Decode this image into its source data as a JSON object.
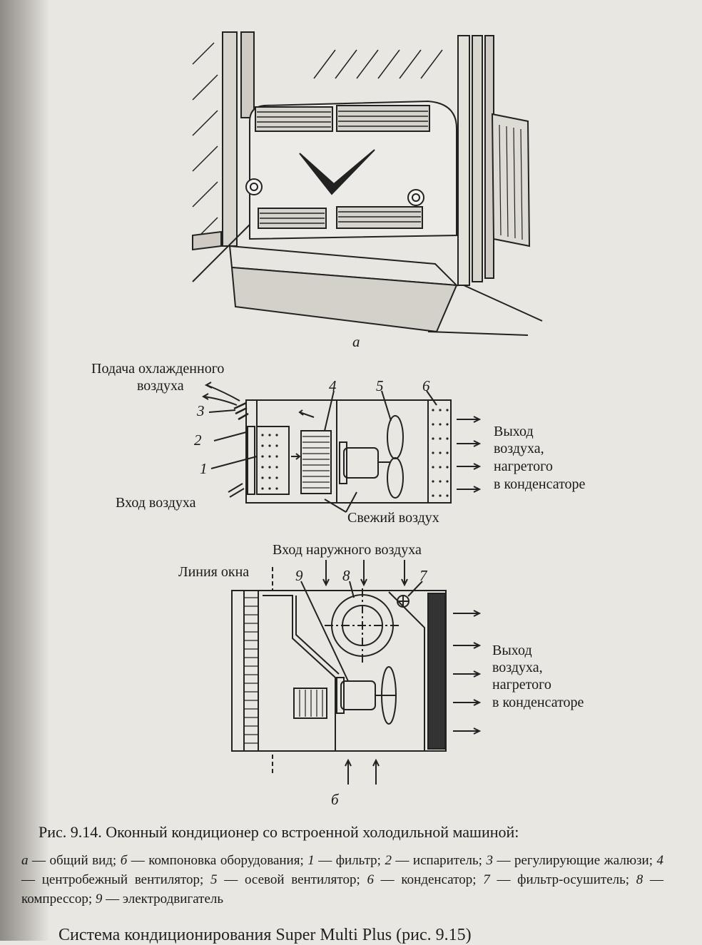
{
  "figure_a": {
    "sublabel": "а"
  },
  "figure_b_top": {
    "supply_label_1": "Подача охлажденного",
    "supply_label_2": "воздуха",
    "intake_label": "Вход воздуха",
    "fresh_air_label": "Свежий воздух",
    "outlet_lines": [
      "Выход",
      "воздуха,",
      "нагретого",
      "в конденсаторе"
    ],
    "numbers": [
      "1",
      "2",
      "3",
      "4",
      "5",
      "6"
    ]
  },
  "figure_b_bottom": {
    "outdoor_air_label": "Вход наружного воздуха",
    "window_line_label": "Линия окна",
    "outlet_lines": [
      "Выход",
      "воздуха,",
      "нагретого",
      "в конденсаторе"
    ],
    "numbers": [
      "7",
      "8",
      "9"
    ],
    "sublabel": "б"
  },
  "caption": {
    "title": "Рис. 9.14. Оконный кондиционер со встроенной холодильной машиной:",
    "legend": [
      {
        "key": "а",
        "text": " — общий вид; "
      },
      {
        "key": "б",
        "text": " — компоновка оборудования; "
      },
      {
        "key": "1",
        "text": " — фильтр; "
      },
      {
        "key": "2",
        "text": " — испаритель; "
      },
      {
        "key": "3",
        "text": " — регулирующие жалюзи; "
      },
      {
        "key": "4",
        "text": " — центробежный вентилятор; "
      },
      {
        "key": "5",
        "text": " — осевой вентилятор; "
      },
      {
        "key": "6",
        "text": " — конденсатор; "
      },
      {
        "key": "7",
        "text": " — фильтр-осушитель; "
      },
      {
        "key": "8",
        "text": " — компрессор; "
      },
      {
        "key": "9",
        "text": " — электродвигатель"
      }
    ]
  },
  "cut_text": "Система кондиционирования Super Multi Plus (рис. 9.15)"
}
